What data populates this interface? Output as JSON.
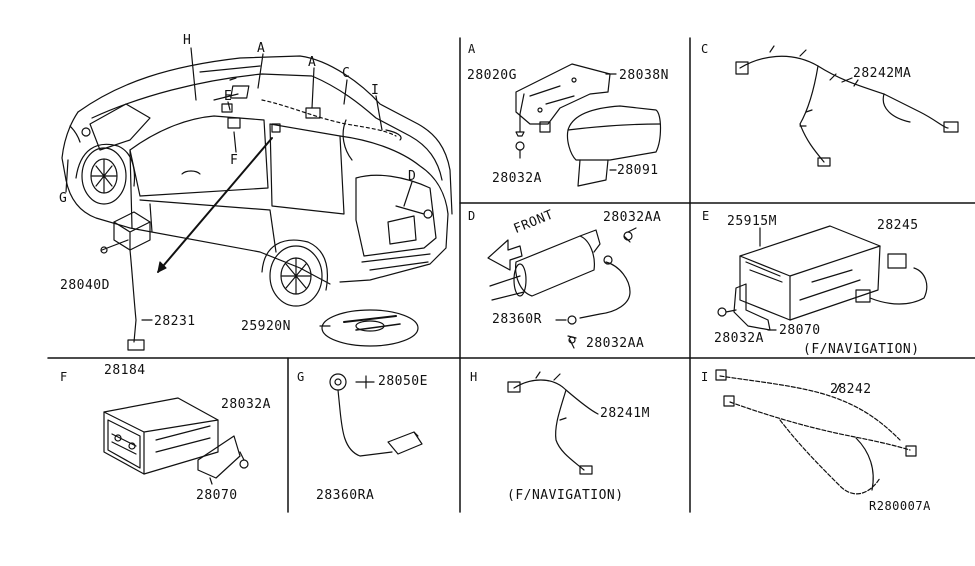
{
  "panels": {
    "main": {
      "callouts": {
        "h": "H",
        "a1": "A",
        "a2": "A",
        "c": "C",
        "i": "I",
        "e": "E",
        "f": "F",
        "g": "G",
        "d": "D"
      },
      "parts": {
        "p28040d": "28040D",
        "p28231": "28231",
        "p25920n": "25920N"
      }
    },
    "a": {
      "letter": "A",
      "parts": {
        "p28020g": "28020G",
        "p28038n": "28038N",
        "p28032a": "28032A",
        "p28091": "28091"
      }
    },
    "c": {
      "letter": "C",
      "parts": {
        "p28242ma": "28242MA"
      }
    },
    "d": {
      "letter": "D",
      "front": "FRONT",
      "parts": {
        "p28032aa_top": "28032AA",
        "p28360r": "28360R",
        "p28032aa_bot": "28032AA"
      }
    },
    "e": {
      "letter": "E",
      "parts": {
        "p25915m": "25915M",
        "p28245": "28245",
        "p28032a": "28032A",
        "p28070": "28070"
      },
      "note": "(F/NAVIGATION)"
    },
    "f": {
      "letter": "F",
      "parts": {
        "p28184": "28184",
        "p28032a": "28032A",
        "p28070": "28070"
      }
    },
    "g": {
      "letter": "G",
      "parts": {
        "p28050e": "28050E",
        "p28360ra": "28360RA"
      }
    },
    "h": {
      "letter": "H",
      "parts": {
        "p28241m": "28241M"
      },
      "note": "(F/NAVIGATION)"
    },
    "i": {
      "letter": "I",
      "parts": {
        "p28242": "28242"
      }
    }
  },
  "reference": "R280007A",
  "colors": {
    "ink": "#111111",
    "background": "#ffffff"
  }
}
